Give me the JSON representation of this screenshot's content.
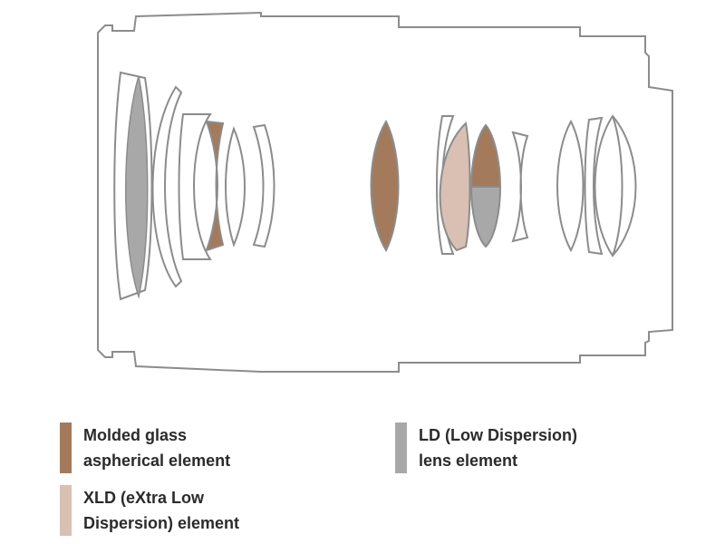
{
  "colors": {
    "outline": "#8c8c8c",
    "molded_glass_aspherical": "#a37b5c",
    "ld_low_dispersion": "#a8a8a8",
    "xld_extra_low_dispersion": "#d9c0b2",
    "plain_glass": "#ffffff"
  },
  "legend": {
    "molded": {
      "line1": "Molded glass",
      "line2": "aspherical element",
      "color": "#a37b5c"
    },
    "ld": {
      "line1": "LD (Low Dispersion)",
      "line2": "lens element",
      "color": "#a8a8a8"
    },
    "xld": {
      "line1": "XLD (eXtra Low",
      "line2": "Dispersion) element",
      "color": "#d9c0b2"
    }
  },
  "elements": [
    {
      "id": "front-ld-element",
      "material": "ld"
    },
    {
      "id": "front-meniscus",
      "material": "plain"
    },
    {
      "id": "group1-concave",
      "material": "plain"
    },
    {
      "id": "group1-aspherical",
      "material": "molded"
    },
    {
      "id": "group1-biconvex",
      "material": "plain"
    },
    {
      "id": "group1-meniscus",
      "material": "plain"
    },
    {
      "id": "center-aspherical",
      "material": "molded"
    },
    {
      "id": "rear-xld-element",
      "material": "xld"
    },
    {
      "id": "rear-molded-ld-element",
      "material": "molded-ld"
    },
    {
      "id": "rear-meniscus",
      "material": "plain"
    },
    {
      "id": "rear-biconvex",
      "material": "plain"
    },
    {
      "id": "rear-cemented-doublet",
      "material": "plain"
    }
  ]
}
